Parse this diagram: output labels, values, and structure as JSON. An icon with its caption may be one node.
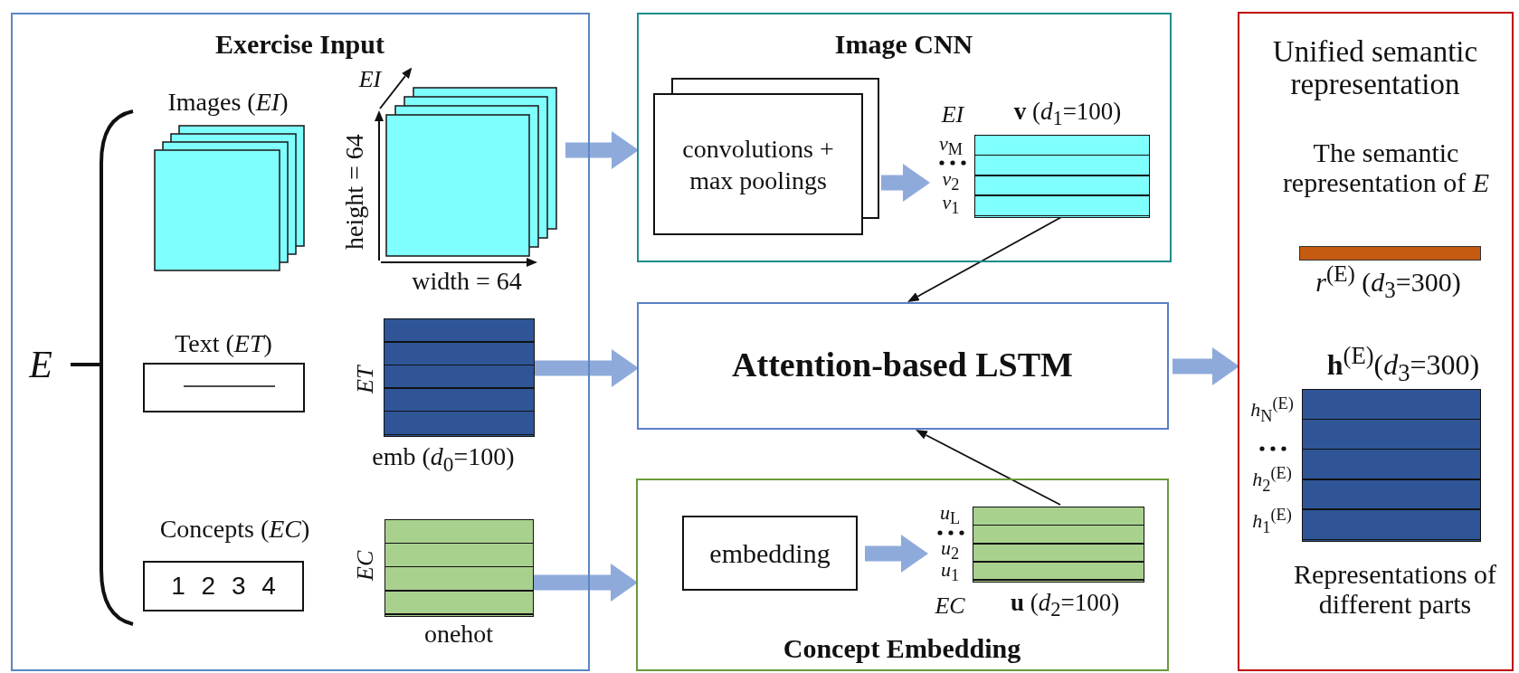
{
  "diagram": {
    "nodes": [
      {
        "text": [
          "Exercise Input"
        ]
      },
      {
        "text": [
          "Images (*EI*)"
        ],
        "in": 0
      },
      {
        "text": [
          "Text (*ET*)"
        ],
        "in": 0
      },
      {
        "text": [
          "Concepts (*EC*)",
          "1 2 3 4"
        ],
        "in": 0
      },
      {
        "text": [],
        "shape": "box",
        "in": 0
      },
      {
        "text": [],
        "shape": "box",
        "in": 0,
        "beside": [
          "*ET*",
          "emb (*d*$_{0}$=100)"
        ]
      },
      {
        "text": [],
        "shape": "box",
        "in": 0,
        "beside": [
          "*EC*",
          "onehot"
        ]
      },
      {
        "text": [
          "Image CNN"
        ]
      },
      {
        "text": [
          "convolutions + max poolings"
        ],
        "in": 7
      },
      {
        "text": [],
        "shape": "box",
        "in": 7,
        "beside": [
          "*EI*",
          "**v** (*d*$_{1}$=100)",
          "*v*$_{M}$",
          "*v*$_{2}$",
          "*v*$_{1}$"
        ]
      },
      {
        "text": [
          "Attention-based LSTM"
        ]
      },
      {
        "text": [
          "Concept Embedding"
        ]
      },
      {
        "text": [
          "embedding"
        ],
        "in": 11
      },
      {
        "text": [],
        "shape": "box",
        "in": 11,
        "beside": [
          "*u*$_{L}$",
          "*u*$_{2}$",
          "*u*$_{1}$",
          "*EC*",
          "**u** (*d*$_{2}$=100)"
        ]
      },
      {
        "text": [
          "Unified semantic representation"
        ]
      },
      {
        "text": [
          "The semantic representation of *E*"
        ],
        "in": 14,
        "beside": [
          "*r*$^{(E)}$ (*d*$_{3}$=300)"
        ]
      },
      {
        "text": [],
        "shape": "box",
        "in": 14,
        "beside": [
          "**h**$^{(E)}$(*d*$_{3}$=300)",
          "*h*$_{N}$$^{(E)}$",
          "*h*$_{2}$$^{(E)}$",
          "*h*$_{1}$$^{(E)}$",
          "Representations of different parts"
        ]
      }
    ],
    "edges": [
      {
        "from": 4,
        "to": 7,
        "arrow": "to"
      },
      {
        "from": 8,
        "to": 9,
        "arrow": "to"
      },
      {
        "from": 9,
        "to": 10,
        "arrow": "to",
        "color": "#111111"
      },
      {
        "from": 5,
        "to": 10,
        "arrow": "to"
      },
      {
        "from": 10,
        "to": 14,
        "arrow": "to"
      },
      {
        "from": 13,
        "to": 10,
        "arrow": "to",
        "color": "#111111"
      },
      {
        "from": 6,
        "to": 11,
        "arrow": "to"
      },
      {
        "from": 12,
        "to": 13,
        "arrow": "to"
      }
    ],
    "labels": [
      "*EI*",
      "height = 64",
      "width = 64",
      "*E*"
    ]
  }
}
